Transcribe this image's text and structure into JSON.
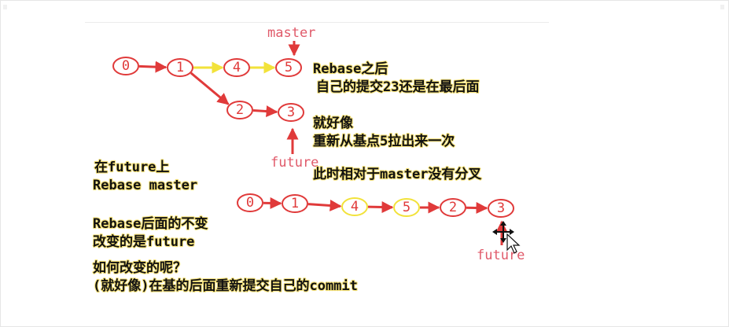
{
  "colors": {
    "red": "#e03a3a",
    "yellow": "#f2e23a",
    "note_text": "#111111",
    "note_halo": "#f6e27a",
    "pink_label": "#e05a6a"
  },
  "graph_top": {
    "nodes": [
      {
        "id": "t0",
        "label": "0",
        "ring": "red"
      },
      {
        "id": "t1",
        "label": "1",
        "ring": "red"
      },
      {
        "id": "t4",
        "label": "4",
        "ring": "red"
      },
      {
        "id": "t5",
        "label": "5",
        "ring": "red"
      },
      {
        "id": "t2",
        "label": "2",
        "ring": "red"
      },
      {
        "id": "t3",
        "label": "3",
        "ring": "red"
      }
    ],
    "edges": [
      {
        "from": "t0",
        "to": "t1",
        "color": "red"
      },
      {
        "from": "t1",
        "to": "t4",
        "color": "yellow"
      },
      {
        "from": "t4",
        "to": "t5",
        "color": "yellow"
      },
      {
        "from": "t1",
        "to": "t2",
        "color": "red"
      },
      {
        "from": "t2",
        "to": "t3",
        "color": "red"
      }
    ],
    "master_label": "master",
    "future_label": "future"
  },
  "graph_bottom": {
    "nodes": [
      {
        "id": "b0",
        "label": "0",
        "ring": "red"
      },
      {
        "id": "b1",
        "label": "1",
        "ring": "red"
      },
      {
        "id": "b4",
        "label": "4",
        "ring": "yellow"
      },
      {
        "id": "b5",
        "label": "5",
        "ring": "yellow"
      },
      {
        "id": "b2",
        "label": "2",
        "ring": "red"
      },
      {
        "id": "b3",
        "label": "3",
        "ring": "red"
      }
    ],
    "edges": [
      {
        "from": "b0",
        "to": "b1",
        "color": "red"
      },
      {
        "from": "b1",
        "to": "b4",
        "color": "red"
      },
      {
        "from": "b4",
        "to": "b5",
        "color": "red"
      },
      {
        "from": "b5",
        "to": "b2",
        "color": "red"
      },
      {
        "from": "b2",
        "to": "b3",
        "color": "red"
      }
    ],
    "future_label": "future"
  },
  "notes": {
    "rebase_after_line1": "Rebase之后",
    "rebase_after_line2": "自己的提交23还是在最后面",
    "like_line1": "就好像",
    "like_line2": "重新从基点5拉出来一次",
    "no_fork": "此时相对于master没有分叉",
    "on_future_line1": "在future上",
    "on_future_line2": "Rebase master",
    "unchanged_line1": "Rebase后面的不变",
    "unchanged_line2": "改变的是future",
    "how_line1": "如何改变的呢？",
    "how_line2": "(就好像)在基的后面重新提交自己的commit"
  }
}
